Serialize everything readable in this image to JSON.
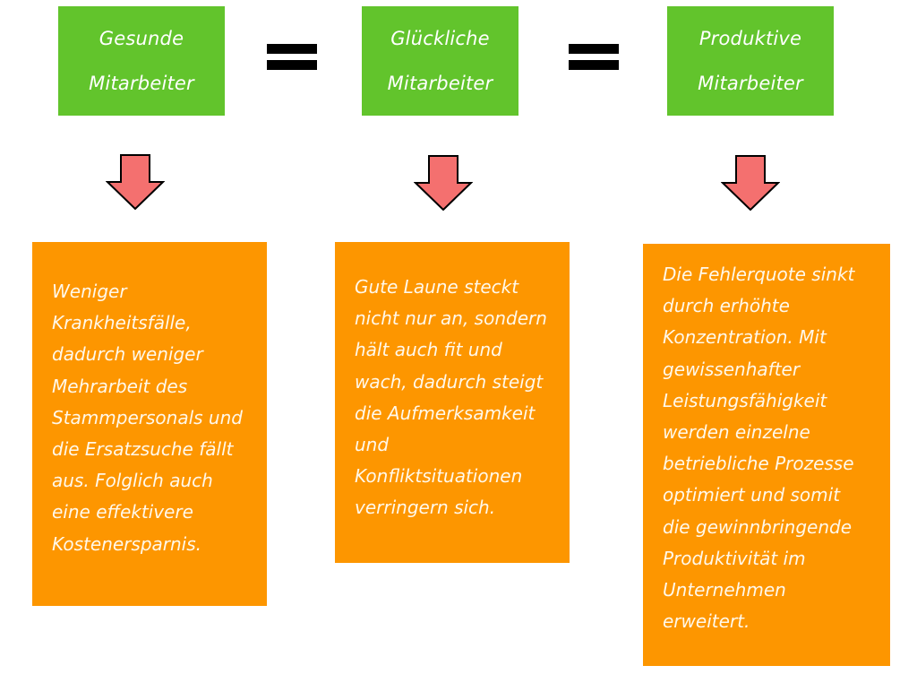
{
  "top_row": [
    {
      "line1": "Gesunde",
      "line2": "Mitarbeiter"
    },
    {
      "line1": "Glückliche",
      "line2": "Mitarbeiter"
    },
    {
      "line1": "Produktive",
      "line2": "Mitarbeiter"
    }
  ],
  "connectors": [
    "equals-sign",
    "equals-sign"
  ],
  "arrows": [
    "arrow-down",
    "arrow-down",
    "arrow-down"
  ],
  "details": [
    {
      "text": "Weniger\nKrankheitsfälle,\ndadurch weniger\nMehrarbeit des\nStammpersonals und\ndie Ersatzsuche fällt\naus. Folglich auch\neine effektivere\nKostenersparnis."
    },
    {
      "text": "Gute Laune steckt\nnicht nur an, sondern\nhält auch fit und\nwach, dadurch steigt\ndie Aufmerksamkeit\nund\nKonfliktsituationen\nverringern sich."
    },
    {
      "text": "Die Fehlerquote sinkt\ndurch erhöhte\nKonzentration. Mit\ngewissenhafter\nLeistungsfähigkeit\nwerden einzelne\nbetriebliche Prozesse\noptimiert und somit\ndie gewinnbringende\nProduktivität im\nUnternehmen\nerweitert."
    }
  ],
  "colors": {
    "green": "#62c42c",
    "orange": "#fd9600",
    "arrow": "#f4706f",
    "equals": "#000000"
  }
}
